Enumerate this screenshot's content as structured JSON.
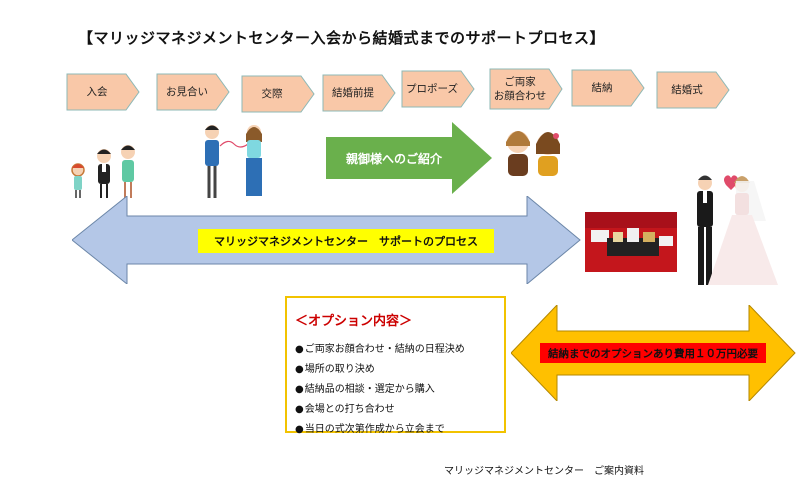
{
  "title": "【マリッジマネジメントセンター入会から結婚式までのサポートプロセス】",
  "steps": [
    {
      "label_1": "入会",
      "label_2": ""
    },
    {
      "label_1": "お見合い",
      "label_2": ""
    },
    {
      "label_1": "交際",
      "label_2": ""
    },
    {
      "label_1": "結婚前提",
      "label_2": ""
    },
    {
      "label_1": "プロポーズ",
      "label_2": ""
    },
    {
      "label_1": "ご両家",
      "label_2": "お顔合わせ"
    },
    {
      "label_1": "結納",
      "label_2": ""
    },
    {
      "label_1": "結婚式",
      "label_2": ""
    }
  ],
  "parent_intro": {
    "label": "親御様へのご紹介",
    "color": "#6ab04c"
  },
  "support_process": {
    "label": "マリッジマネジメントセンター　サポートのプロセス",
    "color": "#b4c7e7"
  },
  "options": {
    "title": "＜オプション内容＞",
    "items": [
      "ご両家お顔合わせ・結納の日程決め",
      "場所の取り決め",
      "結納品の相談・選定から購入",
      "会場との打ち合わせ",
      "当日の式次第作成から立会まで"
    ],
    "bullet": "●"
  },
  "fee": {
    "label": "結納までのオプションあり費用１０万円必要",
    "color": "#ffc000"
  },
  "footer": "マリッジマネジメントセンター　ご案内資料",
  "colors": {
    "step_fill": "#f9c8a8",
    "step_stroke": "#8eb8b6",
    "accent_red": "#cc0000"
  }
}
